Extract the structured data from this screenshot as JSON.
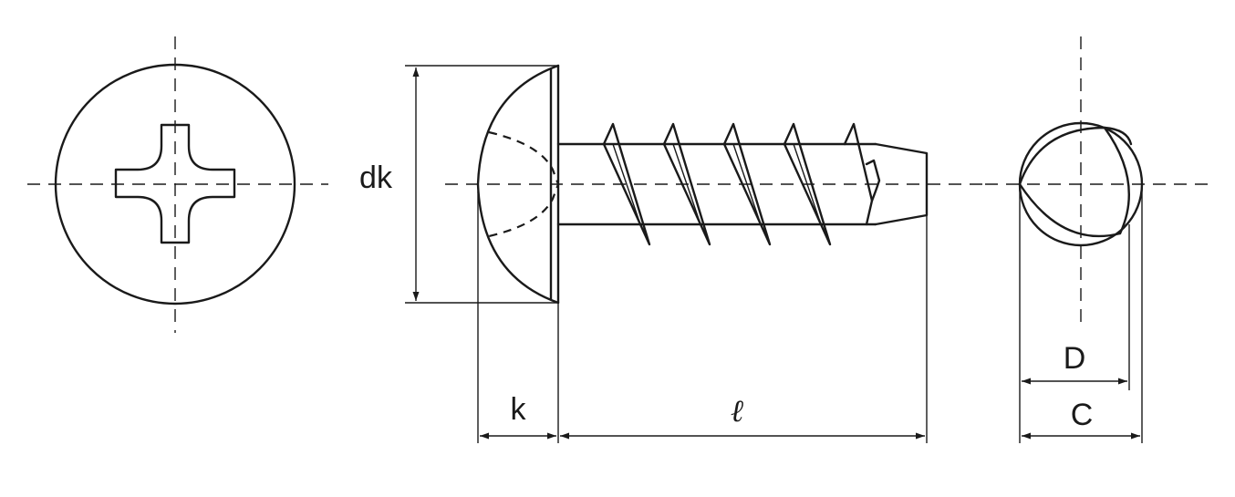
{
  "labels": {
    "head_diameter": "dk",
    "head_height": "k",
    "length": "ℓ",
    "inner_diameter": "D",
    "thread_diameter": "C"
  },
  "colors": {
    "ink": "#1a1a1a",
    "background": "#ffffff"
  }
}
